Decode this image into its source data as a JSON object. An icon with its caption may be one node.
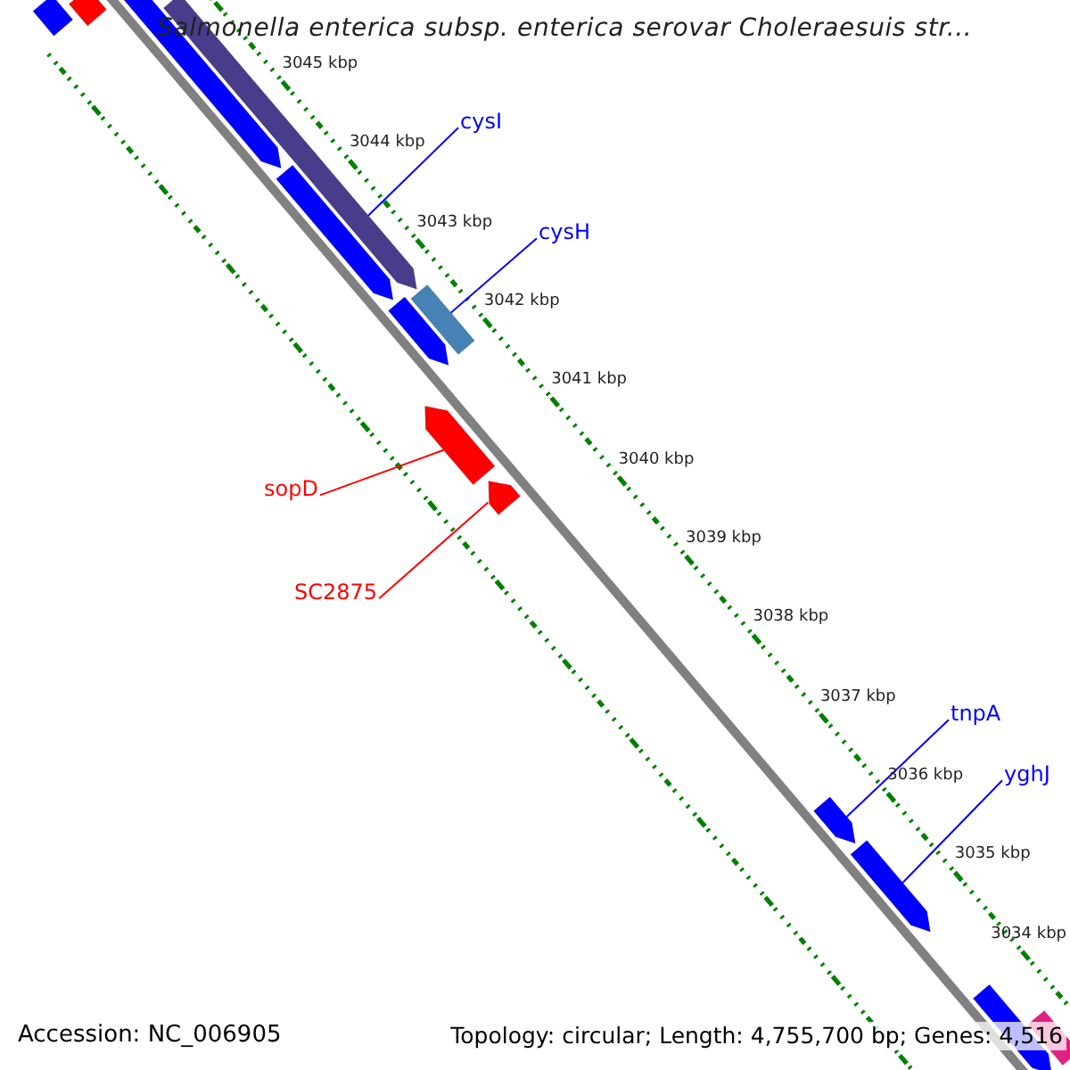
{
  "diagram": {
    "title": "Salmonella enterica subsp. enterica serovar Choleraesuis str...",
    "nodes": [
      {
        "text": [
          "cysI"
        ]
      },
      {
        "text": [],
        "shape": "bar"
      },
      {
        "text": [
          "cysH"
        ]
      },
      {
        "text": [],
        "shape": "bar"
      },
      {
        "text": [
          "sopD"
        ]
      },
      {
        "text": [],
        "shape": "bar"
      },
      {
        "text": [
          "SC2875"
        ]
      },
      {
        "text": [],
        "shape": "bar"
      },
      {
        "text": [
          "tnpA"
        ]
      },
      {
        "text": [],
        "shape": "bar"
      },
      {
        "text": [
          "yghJ"
        ]
      },
      {
        "text": [],
        "shape": "bar"
      },
      {
        "text": [],
        "shape": "bar"
      },
      {
        "text": [],
        "shape": "bar"
      },
      {
        "text": [],
        "shape": "bar"
      },
      {
        "text": [],
        "shape": "bar"
      },
      {
        "text": [],
        "shape": "bar"
      },
      {
        "text": [],
        "shape": "bar"
      },
      {
        "text": [],
        "shape": "bar"
      },
      {
        "text": [],
        "shape": "bar"
      }
    ],
    "edges": [
      {
        "from": 0,
        "to": 1,
        "arrow": "none"
      },
      {
        "from": 2,
        "to": 3,
        "arrow": "none"
      },
      {
        "from": 4,
        "to": 5,
        "arrow": "none",
        "color": "#ff0000"
      },
      {
        "from": 6,
        "to": 7,
        "arrow": "none",
        "color": "#ff0000"
      },
      {
        "from": 8,
        "to": 9,
        "arrow": "none"
      },
      {
        "from": 10,
        "to": 11,
        "arrow": "none"
      }
    ],
    "labels": [
      "3045 kbp",
      "3044 kbp",
      "3043 kbp",
      "3042 kbp",
      "3041 kbp",
      "3040 kbp",
      "3039 kbp",
      "3038 kbp",
      "3037 kbp",
      "3036 kbp",
      "3035 kbp",
      "3034 kbp",
      "Accession: NC_006905",
      "Topology: circular; Length: 4,755,700 bp; Genes: 4,516"
    ]
  }
}
